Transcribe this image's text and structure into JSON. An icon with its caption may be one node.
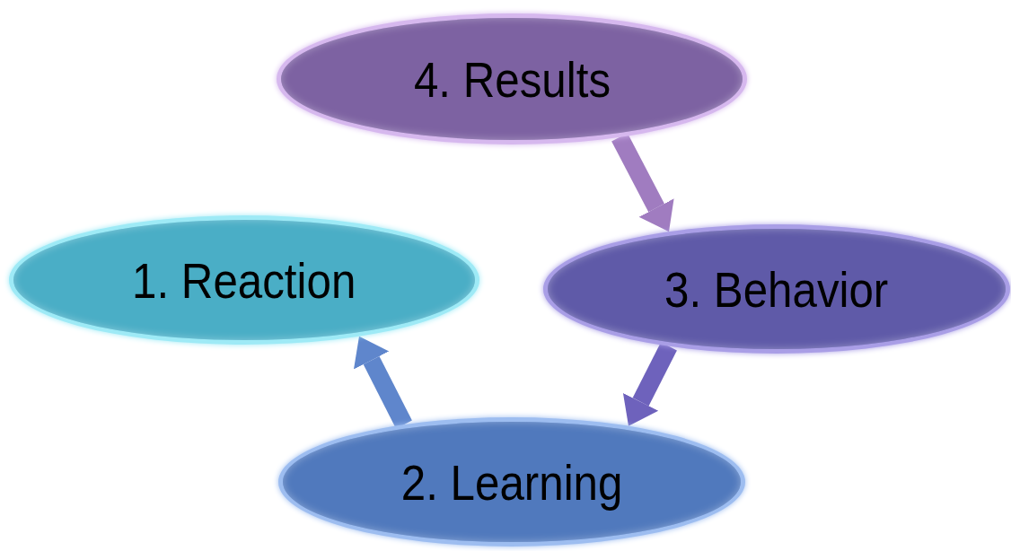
{
  "diagram": {
    "nodes": [
      {
        "text": [
          "4. Results"
        ]
      },
      {
        "text": [
          "1. Reaction"
        ]
      },
      {
        "text": [
          "3. Behavior"
        ]
      },
      {
        "text": [
          "2. Learning"
        ]
      }
    ],
    "edges": [
      {
        "from": 0,
        "to": 2,
        "arrow": "to",
        "color": "#a07cc0"
      },
      {
        "from": 2,
        "to": 3,
        "arrow": "to",
        "color": "#6e62bc"
      },
      {
        "from": 3,
        "to": 1,
        "arrow": "to",
        "color": "#5f86cc"
      }
    ]
  }
}
